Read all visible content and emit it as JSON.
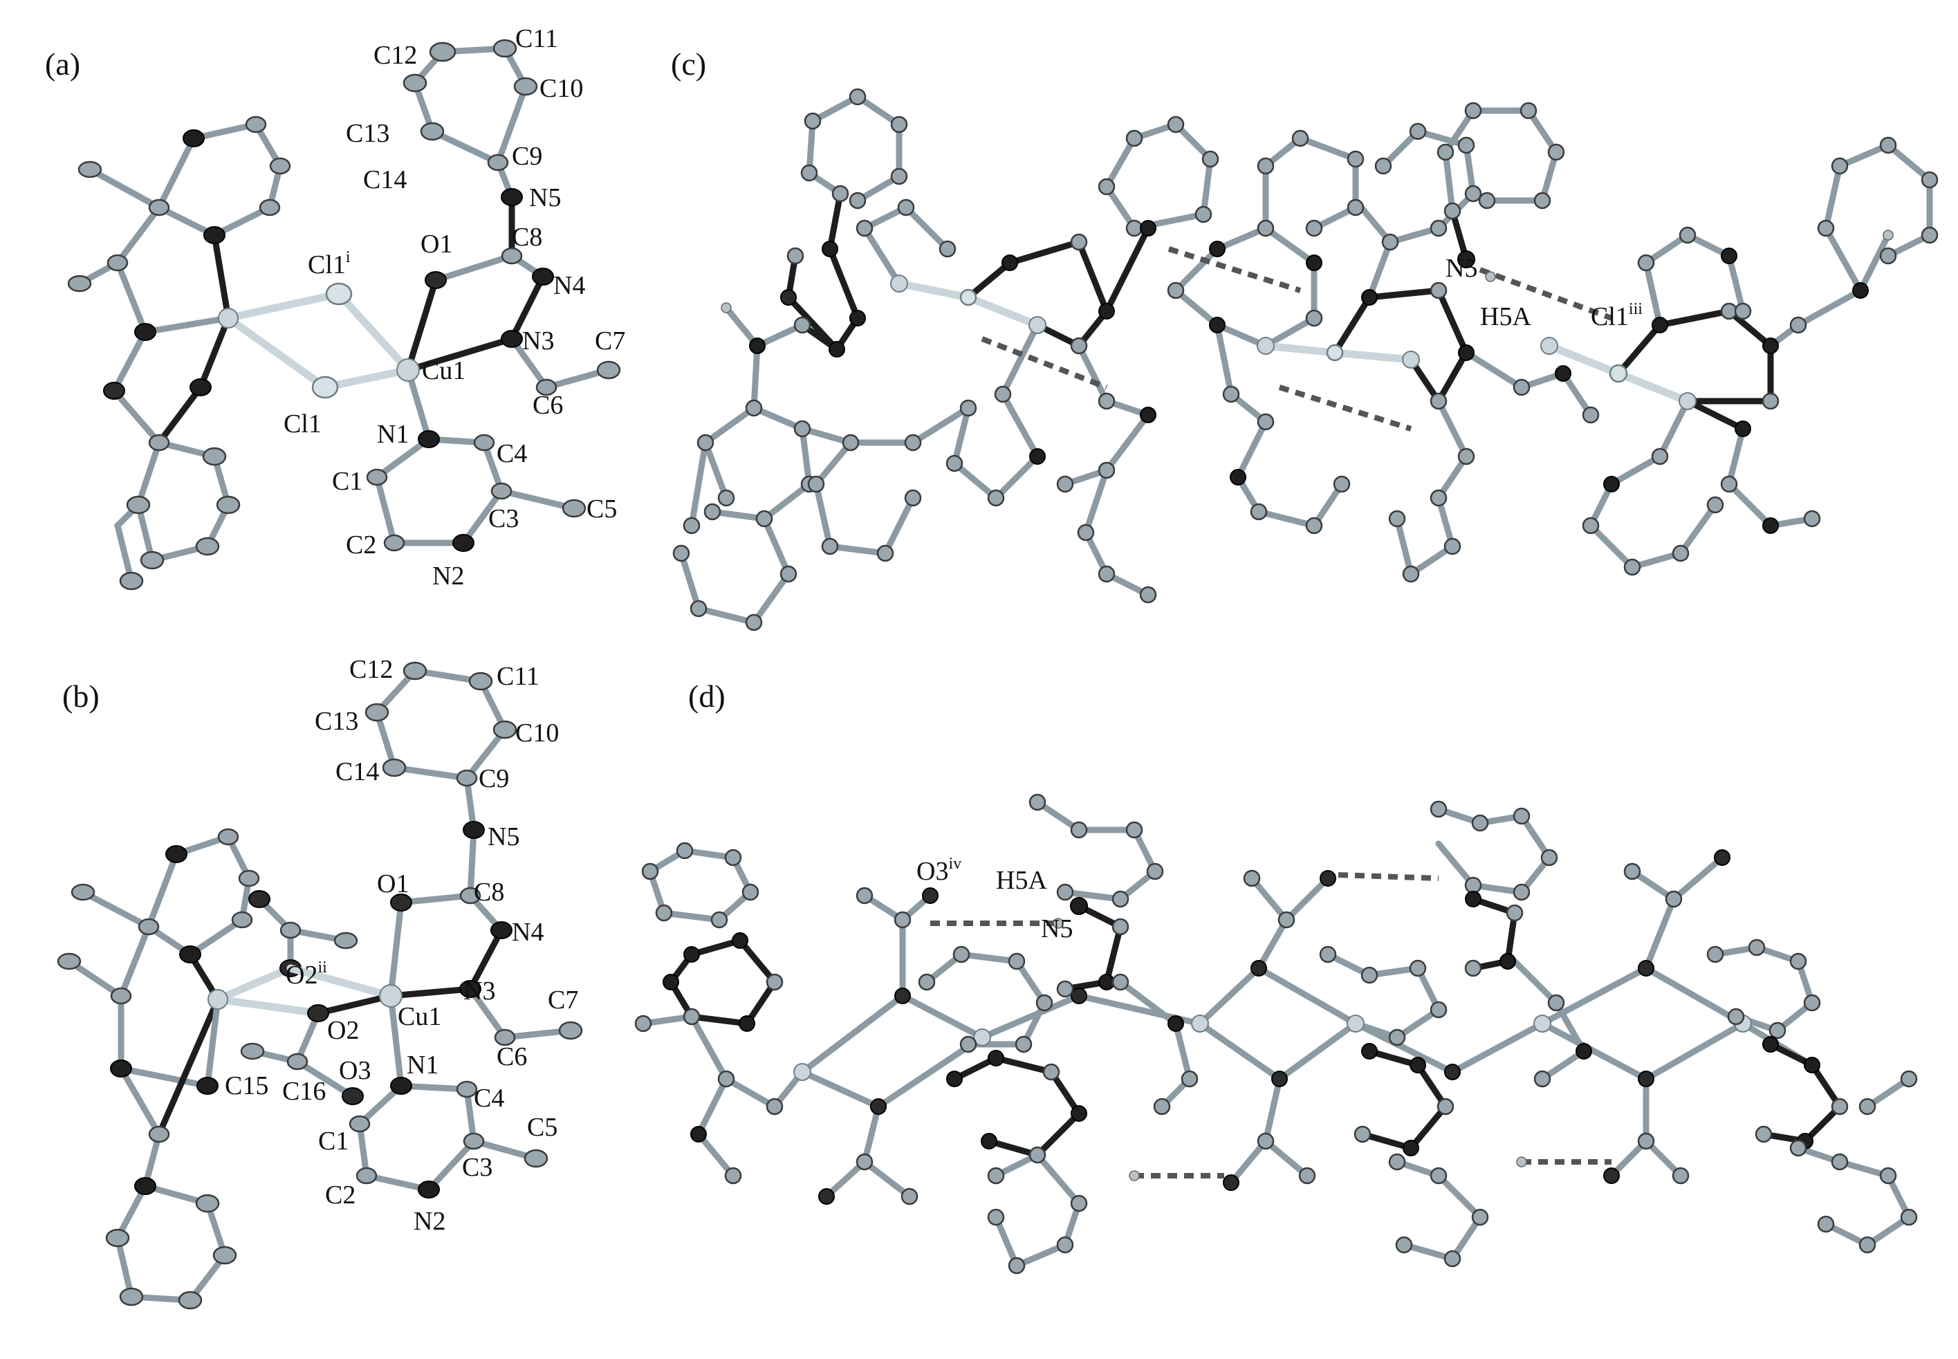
{
  "panels": [
    {
      "id": "a",
      "label": "(a)"
    },
    {
      "id": "b",
      "label": "(b)"
    },
    {
      "id": "c",
      "label": "(c)"
    },
    {
      "id": "d",
      "label": "(d)"
    }
  ],
  "panel_a": {
    "atom_labels": {
      "C12": "C12",
      "C11": "C11",
      "C10": "C10",
      "C13": "C13",
      "C9": "C9",
      "C14": "C14",
      "N5": "N5",
      "Cl1i": "Cl1",
      "Cl1i_sup": "i",
      "O1": "O1",
      "C8": "C8",
      "N4": "N4",
      "N3": "N3",
      "C7": "C7",
      "Cu1": "Cu1",
      "C6": "C6",
      "Cl1": "Cl1",
      "N1": "N1",
      "C4": "C4",
      "C1": "C1",
      "C3": "C3",
      "C5": "C5",
      "C2": "C2",
      "N2": "N2"
    }
  },
  "panel_b": {
    "atom_labels": {
      "C12": "C12",
      "C11": "C11",
      "C13": "C13",
      "C10": "C10",
      "C14": "C14",
      "C9": "C9",
      "N5": "N5",
      "O1": "O1",
      "C8": "C8",
      "N4": "N4",
      "O2ii": "O2",
      "O2ii_sup": "ii",
      "Cu1": "Cu1",
      "N3": "N3",
      "C7": "C7",
      "O2": "O2",
      "C6": "C6",
      "C15": "C15",
      "C16": "C16",
      "O3": "O3",
      "N1": "N1",
      "C4": "C4",
      "C5": "C5",
      "C1": "C1",
      "C3": "C3",
      "C2": "C2",
      "N2": "N2"
    }
  },
  "panel_c": {
    "atom_labels": {
      "N5": "N5",
      "H5A": "H5A",
      "Cl1iii": "Cl1",
      "Cl1iii_sup": "iii"
    }
  },
  "panel_d": {
    "atom_labels": {
      "O3iv": "O3",
      "O3iv_sup": "iv",
      "H5A": "H5A",
      "N5": "N5"
    }
  }
}
